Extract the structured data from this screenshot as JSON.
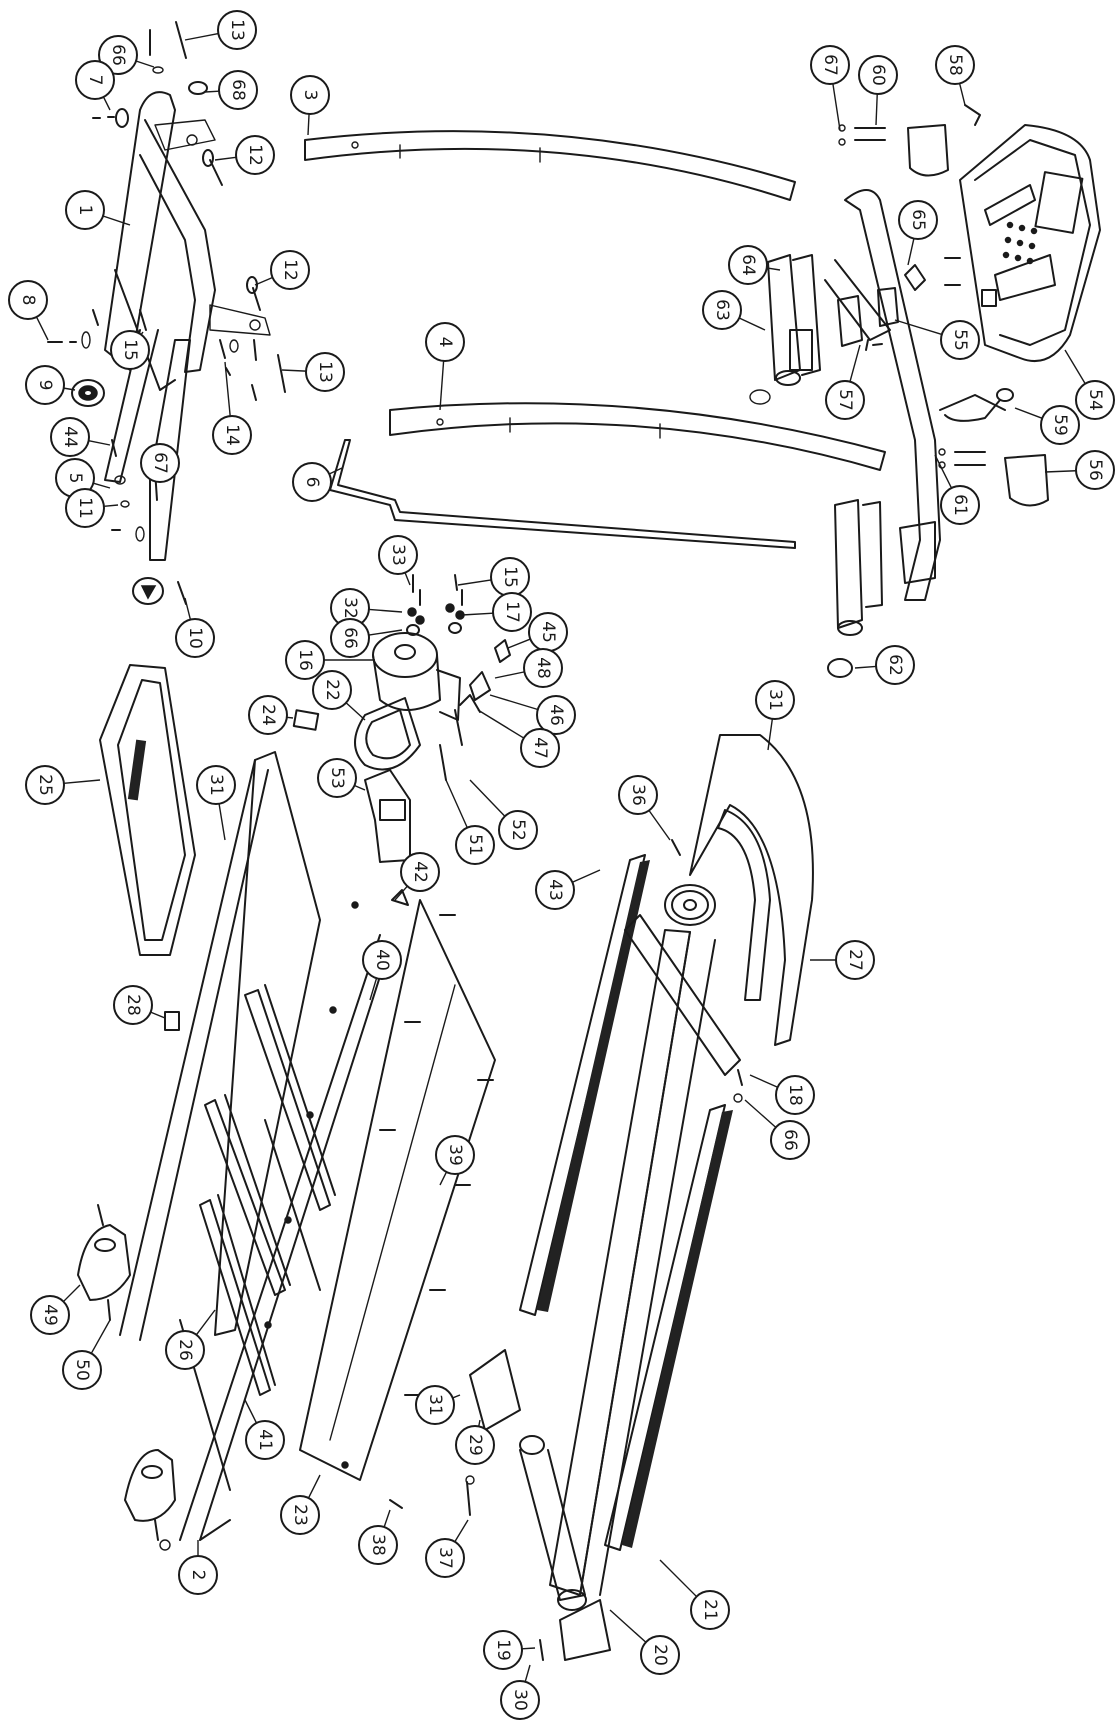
{
  "callouts": [
    {
      "label": "13"
    },
    {
      "label": "66"
    },
    {
      "label": "7"
    },
    {
      "label": "68"
    },
    {
      "label": "12"
    },
    {
      "label": "1"
    },
    {
      "label": "12"
    },
    {
      "label": "8"
    },
    {
      "label": "15"
    },
    {
      "label": "13"
    },
    {
      "label": "9"
    },
    {
      "label": "14"
    },
    {
      "label": "44"
    },
    {
      "label": "5"
    },
    {
      "label": "67"
    },
    {
      "label": "11"
    },
    {
      "label": "10"
    },
    {
      "label": "3"
    },
    {
      "label": "4"
    },
    {
      "label": "6"
    },
    {
      "label": "67"
    },
    {
      "label": "60"
    },
    {
      "label": "58"
    },
    {
      "label": "65"
    },
    {
      "label": "64"
    },
    {
      "label": "63"
    },
    {
      "label": "55"
    },
    {
      "label": "57"
    },
    {
      "label": "54"
    },
    {
      "label": "59"
    },
    {
      "label": "56"
    },
    {
      "label": "61"
    },
    {
      "label": "62"
    },
    {
      "label": "33"
    },
    {
      "label": "15"
    },
    {
      "label": "32"
    },
    {
      "label": "17"
    },
    {
      "label": "66"
    },
    {
      "label": "45"
    },
    {
      "label": "16"
    },
    {
      "label": "48"
    },
    {
      "label": "22"
    },
    {
      "label": "46"
    },
    {
      "label": "47"
    },
    {
      "label": "24"
    },
    {
      "label": "53"
    },
    {
      "label": "52"
    },
    {
      "label": "51"
    },
    {
      "label": "25"
    },
    {
      "label": "31"
    },
    {
      "label": "31"
    },
    {
      "label": "36"
    },
    {
      "label": "43"
    },
    {
      "label": "42"
    },
    {
      "label": "40"
    },
    {
      "label": "27"
    },
    {
      "label": "28"
    },
    {
      "label": "18"
    },
    {
      "label": "66"
    },
    {
      "label": "39"
    },
    {
      "label": "49"
    },
    {
      "label": "50"
    },
    {
      "label": "26"
    },
    {
      "label": "41"
    },
    {
      "label": "31"
    },
    {
      "label": "29"
    },
    {
      "label": "23"
    },
    {
      "label": "38"
    },
    {
      "label": "37"
    },
    {
      "label": "2"
    },
    {
      "label": "19"
    },
    {
      "label": "30"
    },
    {
      "label": "20"
    },
    {
      "label": "21"
    }
  ]
}
